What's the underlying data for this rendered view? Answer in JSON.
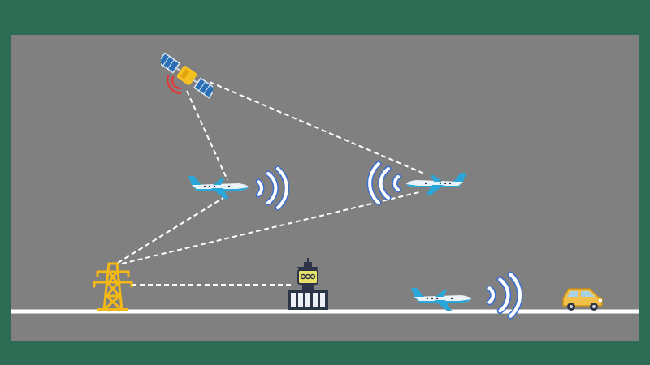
{
  "colors": {
    "frame": "#2e6b55",
    "panel": "#808080",
    "ground": "#ffffff",
    "link_line": "#ffffff",
    "wave": "#ffffff",
    "wave_outline": "#3b6fd1",
    "aircraft_body": "#eaf3f8",
    "aircraft_accent": "#2aa7d8",
    "satellite_panel": "#2a6fb5",
    "satellite_body": "#f5c021",
    "satellite_signal": "#e23b3b",
    "tower": "#f5b916",
    "atc_building": "#2d3447",
    "atc_glass": "#e9e36a",
    "car": "#f1c04a"
  },
  "nodes": [
    {
      "id": "satellite",
      "icon": "satellite-icon"
    },
    {
      "id": "aircraft-left",
      "icon": "airplane-icon"
    },
    {
      "id": "aircraft-right",
      "icon": "airplane-icon"
    },
    {
      "id": "radio-tower",
      "icon": "transmission-tower-icon"
    },
    {
      "id": "control-tower",
      "icon": "air-traffic-control-tower-icon"
    },
    {
      "id": "aircraft-ground",
      "icon": "airplane-icon"
    },
    {
      "id": "car",
      "icon": "car-icon"
    }
  ],
  "links": [
    {
      "from": "satellite",
      "to": "aircraft-left",
      "style": "dashed"
    },
    {
      "from": "satellite",
      "to": "aircraft-right",
      "style": "dashed"
    },
    {
      "from": "radio-tower",
      "to": "aircraft-left",
      "style": "dashed"
    },
    {
      "from": "radio-tower",
      "to": "aircraft-right",
      "style": "dashed"
    },
    {
      "from": "radio-tower",
      "to": "control-tower",
      "style": "dashed"
    }
  ],
  "signals": [
    {
      "source": "aircraft-left",
      "direction": "right"
    },
    {
      "source": "aircraft-right",
      "direction": "left"
    },
    {
      "source": "aircraft-ground",
      "direction": "right"
    }
  ]
}
